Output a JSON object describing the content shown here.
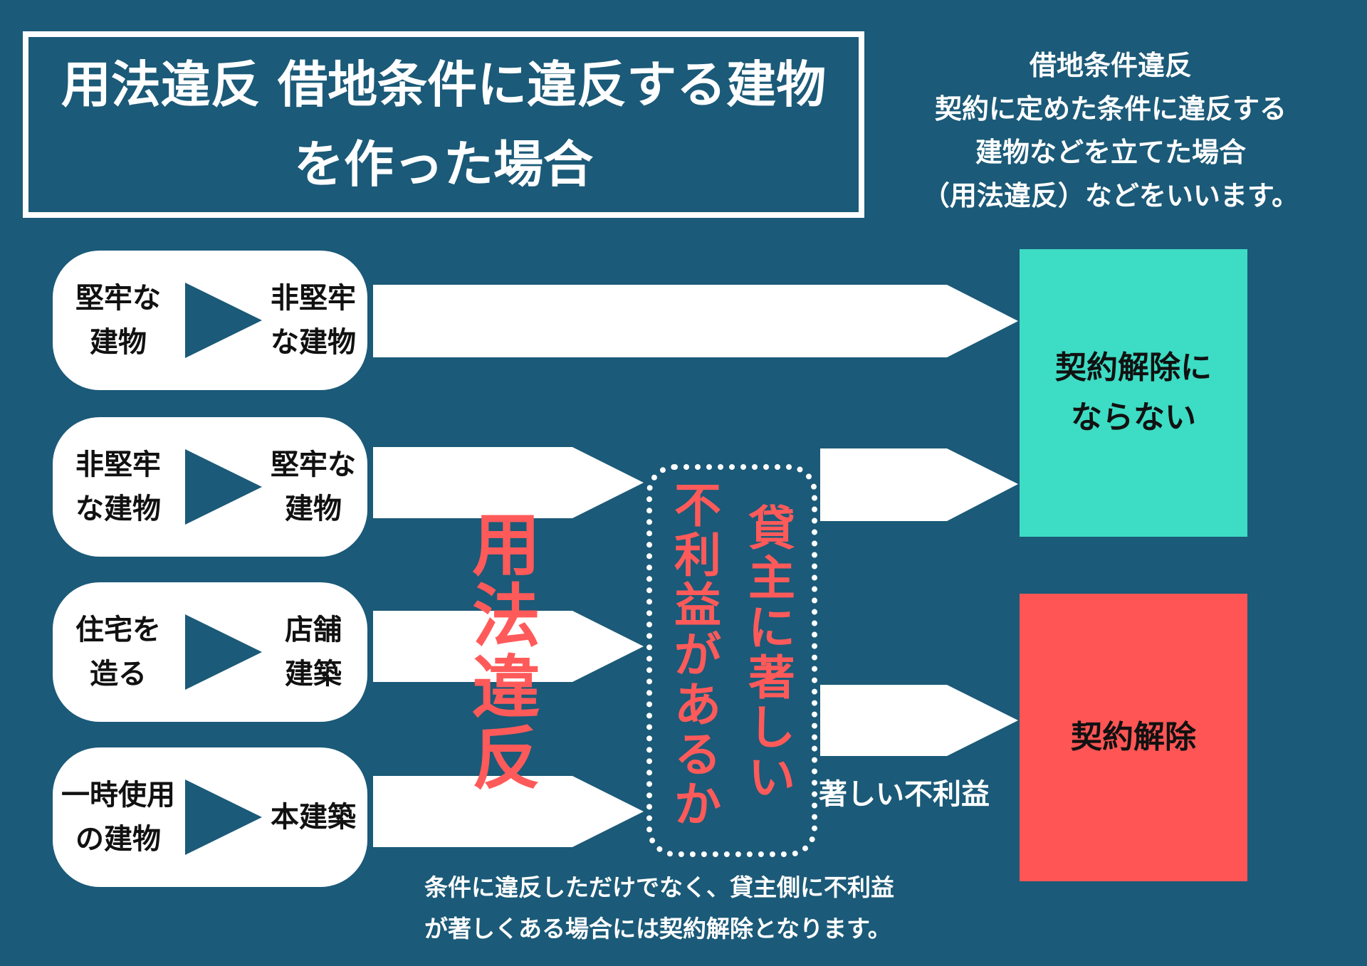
{
  "title": {
    "line1": "用法違反 借地条件に違反する建物",
    "line2": "を作った場合"
  },
  "definition": {
    "lines": [
      "借地条件違反",
      "契約に定めた条件に違反する",
      "建物などを立てた場合",
      "（用法違反）などをいいます。"
    ]
  },
  "cases": [
    {
      "from": [
        "堅牢な",
        "建物"
      ],
      "to": [
        "非堅牢",
        "な建物"
      ]
    },
    {
      "from": [
        "非堅牢",
        "な建物"
      ],
      "to": [
        "堅牢な",
        "建物"
      ]
    },
    {
      "from": [
        "住宅を",
        "造る"
      ],
      "to": [
        "店舗",
        "建築"
      ]
    },
    {
      "from": [
        "一時使用",
        "の建物"
      ],
      "to": [
        "本建築"
      ]
    }
  ],
  "side_label": "用法違反",
  "question": {
    "column1": "不利益があるか",
    "column2": "貸主に著しい"
  },
  "significant_label": "著しい不利益",
  "results": {
    "no_termination": [
      "契約解除に",
      "ならない"
    ],
    "termination": [
      "契約解除"
    ]
  },
  "note": {
    "lines": [
      "条件に違反しただけでなく、貸主側に不利益",
      "が著しくある場合には契約解除となります。"
    ]
  },
  "colors": {
    "background": "#1b5a78",
    "accent_red": "#ff5a5a",
    "no_termination_box": "#3ddcc4",
    "termination_box": "#ff5555",
    "white": "#ffffff"
  }
}
